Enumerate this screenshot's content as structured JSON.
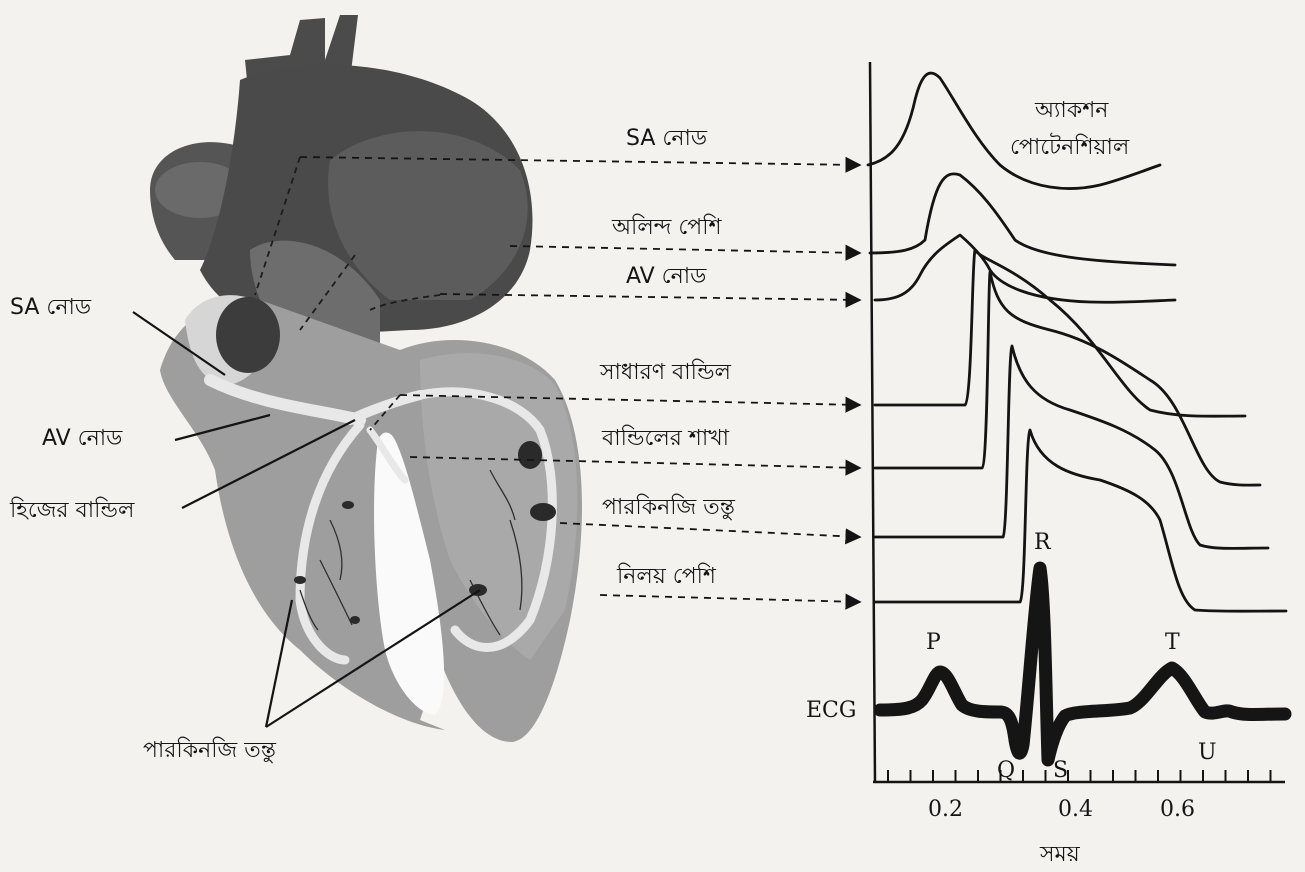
{
  "heart_labels": {
    "sa_node": "SA নোড",
    "av_node": "AV নোড",
    "his_bundle": "হিজের বান্ডিল",
    "purkinje_fibres": "পারকিনজি তন্তু"
  },
  "trace_labels": [
    "SA নোড",
    "অলিন্দ পেশি",
    "AV নোড",
    "সাধারণ বান্ডিল",
    "বান্ডিলের শাখা",
    "পারকিনজি তন্তু",
    "নিলয় পেশি"
  ],
  "action_potential_label": {
    "line1": "অ্যাকশন",
    "line2": "পোটেনশিয়াল"
  },
  "ecg": {
    "label": "ECG",
    "waves": {
      "P": "P",
      "Q": "Q",
      "R": "R",
      "S": "S",
      "T": "T",
      "U": "U"
    }
  },
  "time_axis": {
    "label": "সময়",
    "ticks": [
      "0.2",
      "0.4",
      "0.6"
    ]
  },
  "colors": {
    "ink": "#141414",
    "heart_dark": "#3e3e3e",
    "heart_mid": "#5a5a5a",
    "heart_light": "#a7a7a7",
    "conduction": "#e6e6e6",
    "paper": "#f3f2ef"
  }
}
